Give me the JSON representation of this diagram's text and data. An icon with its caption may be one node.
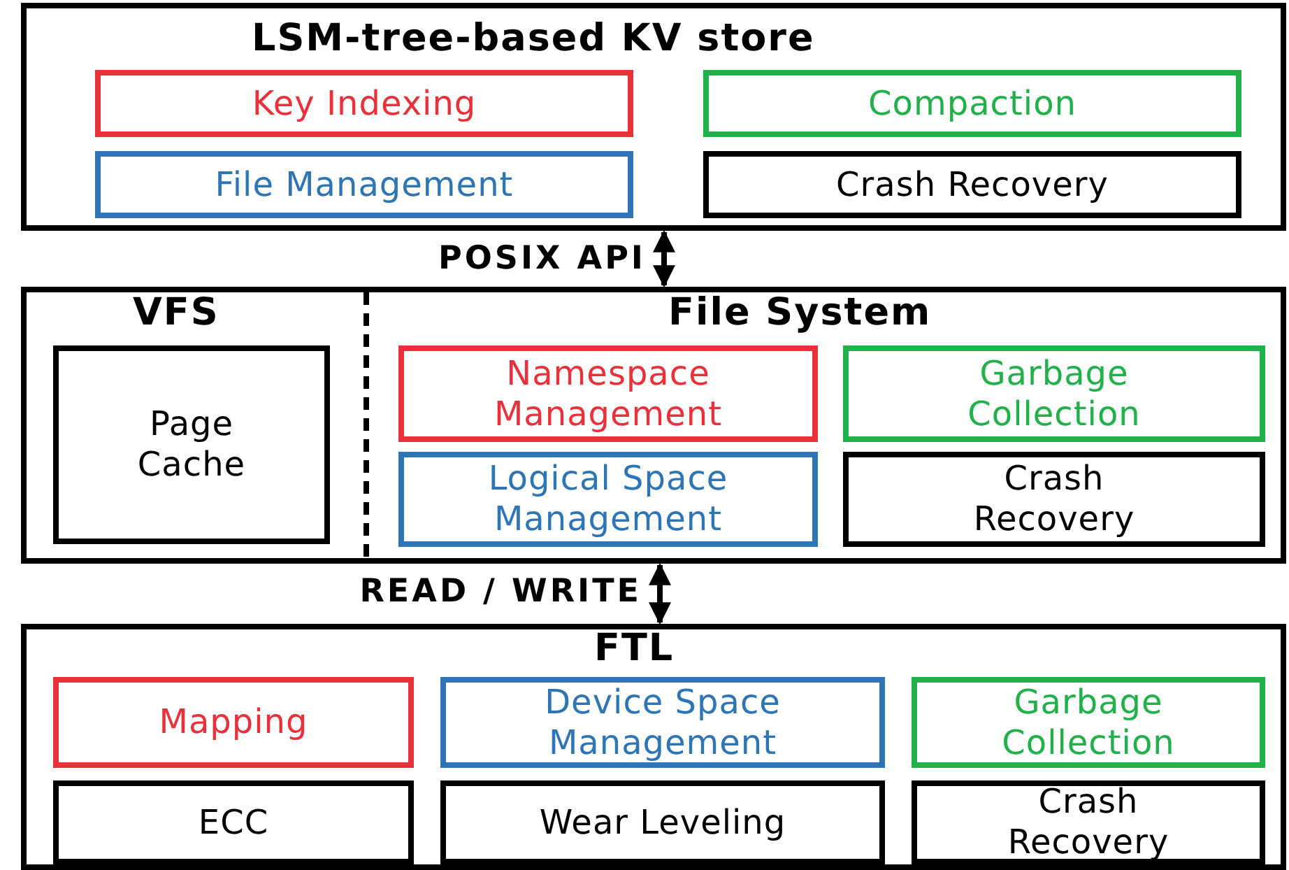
{
  "diagram": {
    "nodes": [
      {
        "text": [
          "LSM-tree-based KV store"
        ]
      },
      {
        "text": [
          "Key Indexing"
        ],
        "in": 0
      },
      {
        "text": [
          "Compaction"
        ],
        "in": 0
      },
      {
        "text": [
          "File Management"
        ],
        "in": 0
      },
      {
        "text": [
          "Crash Recovery"
        ],
        "in": 0
      },
      {
        "text": [
          "VFS",
          "File System"
        ]
      },
      {
        "text": [
          "Page Cache"
        ],
        "in": 5
      },
      {
        "text": [
          "Namespace Management"
        ],
        "in": 5
      },
      {
        "text": [
          "Garbage Collection"
        ],
        "in": 5
      },
      {
        "text": [
          "Logical Space Management"
        ],
        "in": 5
      },
      {
        "text": [
          "Crash Recovery"
        ],
        "in": 5
      },
      {
        "text": [
          "FTL"
        ]
      },
      {
        "text": [
          "Mapping"
        ],
        "in": 11
      },
      {
        "text": [
          "Device Space Management"
        ],
        "in": 11
      },
      {
        "text": [
          "Garbage Collection"
        ],
        "in": 11
      },
      {
        "text": [
          "ECC"
        ],
        "in": 11
      },
      {
        "text": [
          "Wear Leveling"
        ],
        "in": 11
      },
      {
        "text": [
          "Crash Recovery"
        ],
        "in": 11
      }
    ],
    "edges": [
      {
        "from": 0,
        "to": 5,
        "arrow": "both",
        "label": "POSIX API"
      },
      {
        "from": 5,
        "to": 11,
        "arrow": "both",
        "label": "READ / WRITE"
      }
    ]
  }
}
